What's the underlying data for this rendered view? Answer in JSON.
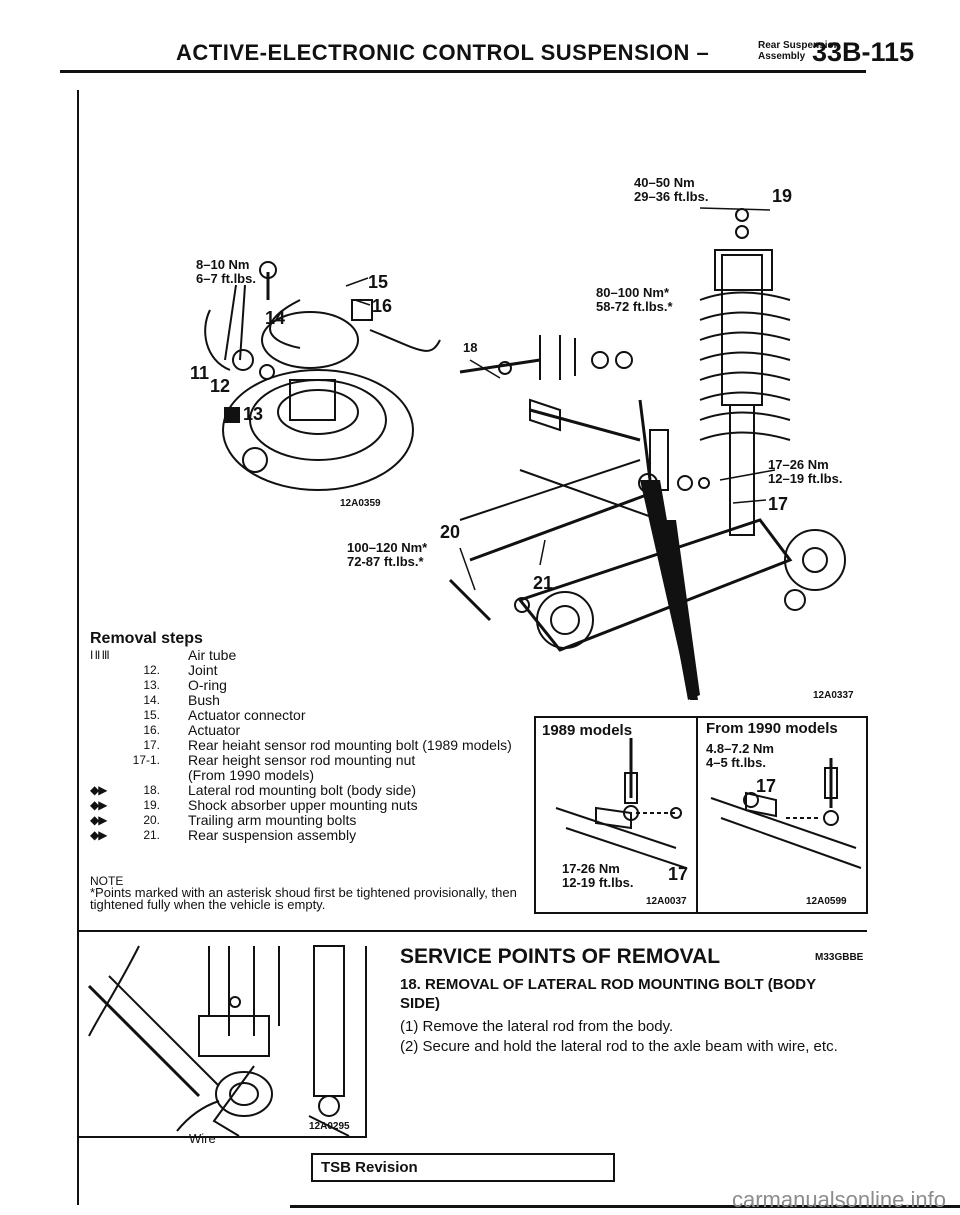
{
  "header": {
    "title": "ACTIVE-ELECTRONIC CONTROL SUSPENSION –",
    "subtitle_line1": "Rear Suspension",
    "subtitle_line2": "Assembly",
    "page": "33B-115"
  },
  "diagram_top": {
    "torque_top": [
      "40–50 Nm",
      "29–36 ft.lbs."
    ],
    "torque_8_10": [
      "8–10 Nm",
      "6–7 ft.lbs."
    ],
    "torque_80_100": [
      "80–100 Nm*",
      "58-72 ft.lbs.*"
    ],
    "torque_17_26": [
      "17–26 Nm",
      "12–19 ft.lbs."
    ],
    "torque_100_120": [
      "100–120 Nm*",
      "72-87 ft.lbs.*"
    ],
    "part_numbers": [
      "19",
      "15",
      "16",
      "14",
      "18",
      "11",
      "12",
      "13",
      "17",
      "20",
      "21"
    ],
    "code_left": "12A0359",
    "code_right": "12A0337"
  },
  "removal": {
    "title": "Removal steps",
    "steps": [
      {
        "mark": "I II III",
        "num": "",
        "text": "Air tube"
      },
      {
        "mark": "",
        "num": "12.",
        "text": "Joint"
      },
      {
        "mark": "",
        "num": "13.",
        "text": "O-ring"
      },
      {
        "mark": "",
        "num": "14.",
        "text": "Bush"
      },
      {
        "mark": "",
        "num": "15.",
        "text": "Actuator connector"
      },
      {
        "mark": "",
        "num": "16.",
        "text": "Actuator"
      },
      {
        "mark": "",
        "num": "17.",
        "text": "Rear heiaht sensor rod mounting bolt (1989 models)"
      },
      {
        "mark": "",
        "num": "17-1.",
        "text": "Rear height sensor rod mounting nut"
      },
      {
        "mark": "",
        "num": "",
        "text": "(From 1990 models)"
      },
      {
        "mark": "◆▶",
        "num": "18.",
        "text": "Lateral rod mounting bolt (body side)"
      },
      {
        "mark": "◆▶",
        "num": "19.",
        "text": "Shock absorber upper mounting nuts"
      },
      {
        "mark": "◆▶",
        "num": "20.",
        "text": "Trailing arm mounting bolts"
      },
      {
        "mark": "◆▶",
        "num": "21.",
        "text": "Rear suspension assembly"
      }
    ]
  },
  "note": {
    "head": "NOTE",
    "body": "*Points marked with an asterisk shoud first be tightened provisionally, then tightened fully when the vehicle is empty."
  },
  "models_box": {
    "left_title": "1989 models",
    "right_title": "From 1990 models",
    "right_torque": [
      "4.8–7.2 Nm",
      "4–5 ft.lbs."
    ],
    "right_part": "17",
    "left_torque": [
      "17-26 Nm",
      "12-19 ft.lbs."
    ],
    "left_part": "17",
    "left_code": "12A0037",
    "right_code": "12A0599"
  },
  "lower_figure": {
    "wire_label": "Wire",
    "code": "12A0295"
  },
  "service": {
    "title": "SERVICE POINTS OF REMOVAL",
    "code": "M33GBBE",
    "step_title": "18. REMOVAL OF LATERAL ROD MOUNTING BOLT (BODY SIDE)",
    "sub1": "(1) Remove the lateral rod from the body.",
    "sub2": "(2) Secure and hold the lateral rod to the axle beam with wire, etc."
  },
  "footer": {
    "tsb": "TSB Revision",
    "watermark": "carmanualsonline.info"
  }
}
